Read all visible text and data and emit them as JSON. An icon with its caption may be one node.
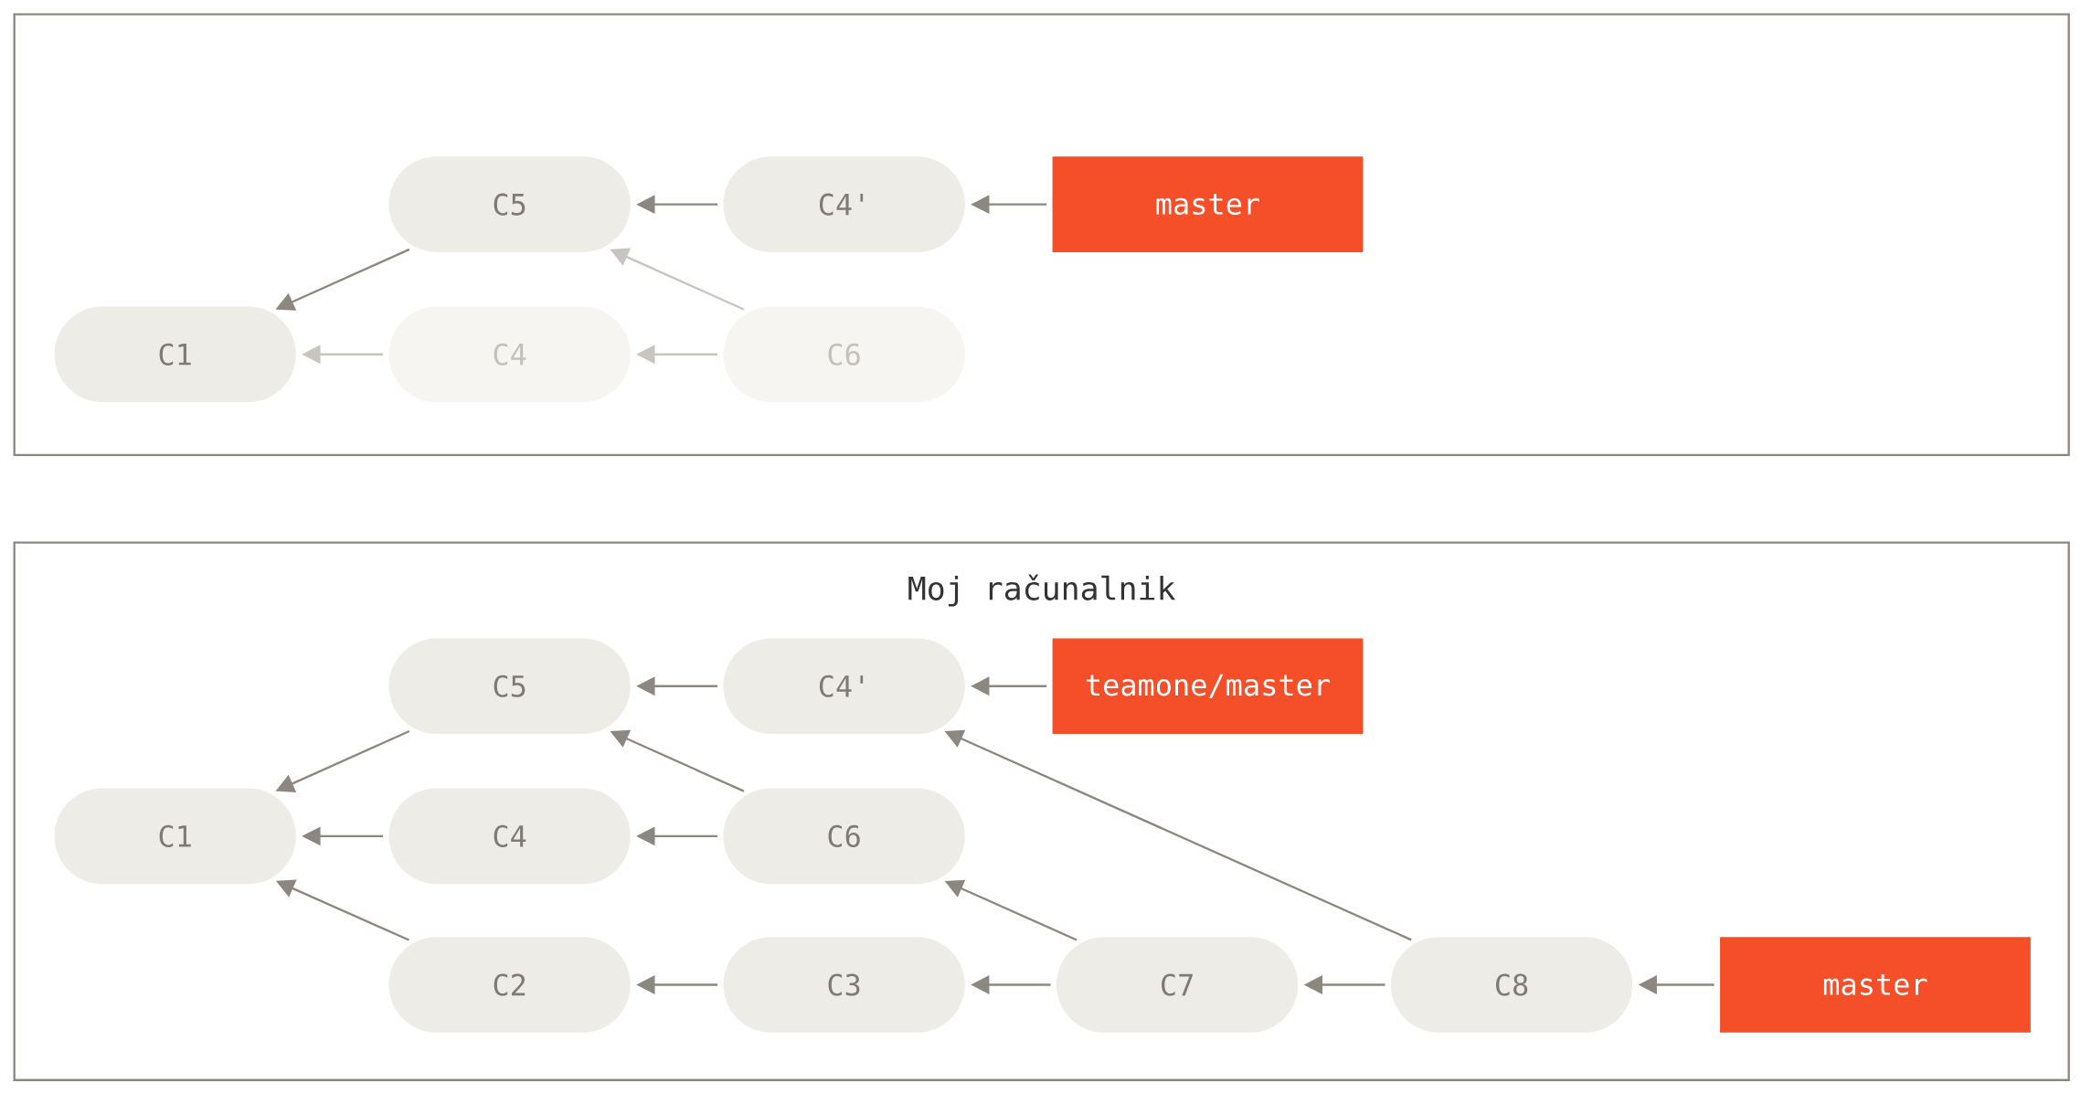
{
  "diagram": {
    "nodes": [
      {
        "text": [],
        "shape": "box"
      },
      {
        "text": [
          "C5"
        ],
        "in": 0
      },
      {
        "text": [
          "C4'"
        ],
        "in": 0
      },
      {
        "text": [
          "master"
        ],
        "in": 0
      },
      {
        "text": [
          "C1"
        ],
        "in": 0
      },
      {
        "text": [
          "C4"
        ],
        "in": 0
      },
      {
        "text": [
          "C6"
        ],
        "in": 0
      },
      {
        "text": [
          "Moj računalnik"
        ]
      },
      {
        "text": [
          "C5"
        ],
        "in": 7
      },
      {
        "text": [
          "C4'"
        ],
        "in": 7
      },
      {
        "text": [
          "teamone/master"
        ],
        "in": 7
      },
      {
        "text": [
          "C1"
        ],
        "in": 7
      },
      {
        "text": [
          "C4"
        ],
        "in": 7
      },
      {
        "text": [
          "C6"
        ],
        "in": 7
      },
      {
        "text": [
          "C2"
        ],
        "in": 7
      },
      {
        "text": [
          "C3"
        ],
        "in": 7
      },
      {
        "text": [
          "C7"
        ],
        "in": 7
      },
      {
        "text": [
          "C8"
        ],
        "in": 7
      },
      {
        "text": [
          "master"
        ],
        "in": 7
      }
    ],
    "edges": [
      {
        "from": 2,
        "to": 1,
        "arrow": "to"
      },
      {
        "from": 3,
        "to": 2,
        "arrow": "to"
      },
      {
        "from": 1,
        "to": 4,
        "arrow": "to"
      },
      {
        "from": 5,
        "to": 4,
        "arrow": "to",
        "color": "#c8c5c0"
      },
      {
        "from": 6,
        "to": 5,
        "arrow": "to",
        "color": "#c8c5c0"
      },
      {
        "from": 6,
        "to": 1,
        "arrow": "to",
        "color": "#c8c5c0"
      },
      {
        "from": 9,
        "to": 8,
        "arrow": "to"
      },
      {
        "from": 10,
        "to": 9,
        "arrow": "to"
      },
      {
        "from": 8,
        "to": 11,
        "arrow": "to"
      },
      {
        "from": 12,
        "to": 11,
        "arrow": "to"
      },
      {
        "from": 13,
        "to": 12,
        "arrow": "to"
      },
      {
        "from": 13,
        "to": 8,
        "arrow": "to"
      },
      {
        "from": 14,
        "to": 11,
        "arrow": "to"
      },
      {
        "from": 15,
        "to": 14,
        "arrow": "to"
      },
      {
        "from": 16,
        "to": 15,
        "arrow": "to"
      },
      {
        "from": 16,
        "to": 13,
        "arrow": "to"
      },
      {
        "from": 17,
        "to": 16,
        "arrow": "to"
      },
      {
        "from": 17,
        "to": 9,
        "arrow": "to"
      },
      {
        "from": 18,
        "to": 17,
        "arrow": "to"
      }
    ]
  }
}
